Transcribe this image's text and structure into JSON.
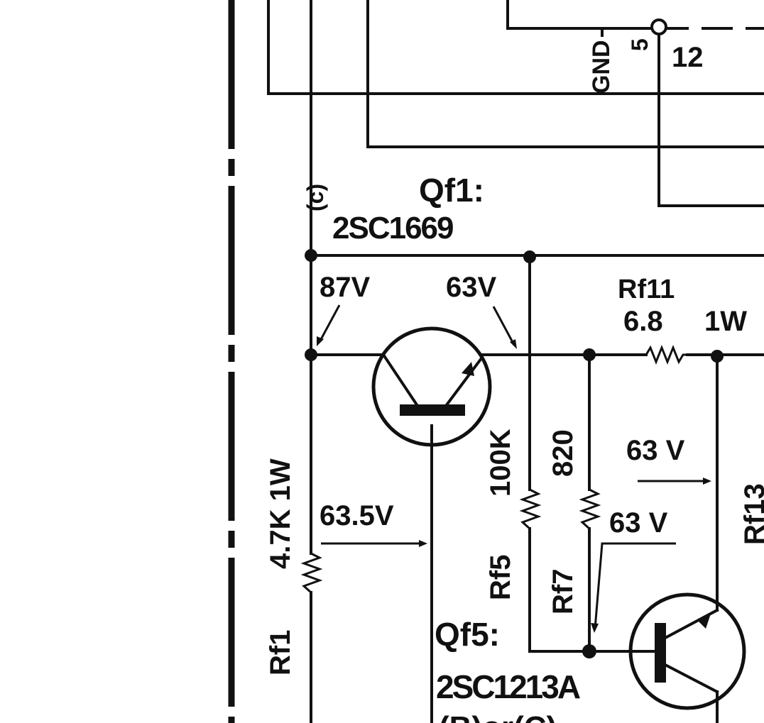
{
  "colors": {
    "ink": "#111111",
    "paper": "#ffffff"
  },
  "ic": {
    "gnd_label": "GND",
    "pin_gnd": "5",
    "pin_12": "12"
  },
  "net_c_label": "(c)",
  "qf1": {
    "ref": "Qf1:",
    "part": "2SC1669",
    "v_collector": "87V",
    "v_emitter": "63V",
    "v_base": "63.5V"
  },
  "rf1": {
    "ref": "Rf1",
    "value": "4.7K 1W"
  },
  "rf5": {
    "ref": "Rf5",
    "value": "100K"
  },
  "rf7": {
    "ref": "Rf7",
    "value": "820"
  },
  "rf11": {
    "ref": "Rf11",
    "value": "6.8",
    "rating": "1W"
  },
  "rf13": {
    "ref": "Rf13"
  },
  "qf5": {
    "ref": "Qf5:",
    "part": "2SC1213A",
    "suffix": "(B)or(C)",
    "v_collector": "63 V",
    "v_base": "63 V"
  }
}
